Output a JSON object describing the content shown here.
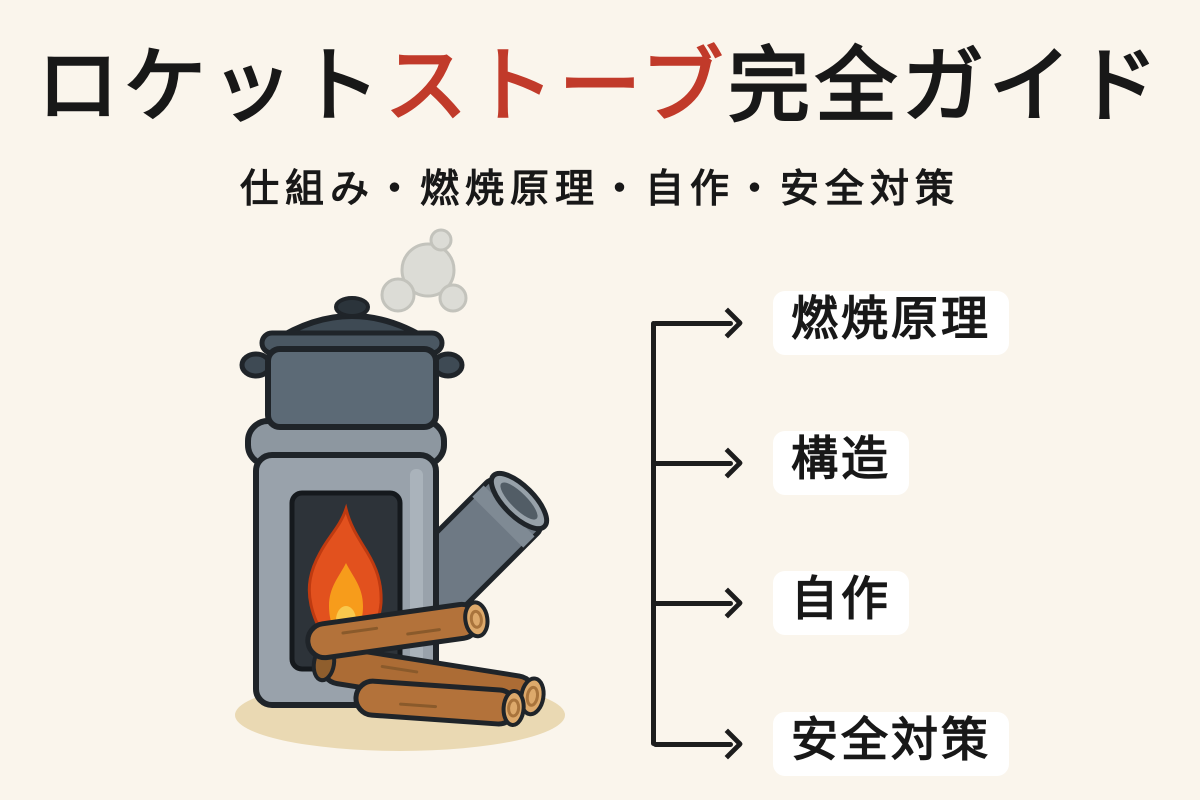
{
  "page": {
    "background_color": "#faf5ec",
    "text_color": "#181818",
    "accent_red": "#c13a2a",
    "connector_color": "#1d1d1d"
  },
  "header": {
    "title_part_1": "ロケット",
    "title_part_2": "ストーブ",
    "title_part_3": "完全ガイド",
    "subtitle": "仕組み・燃焼原理・自作・安全対策"
  },
  "illustration": {
    "icon": "rocket-stove-with-pot-steam-flame-feed-pipe-and-firewood"
  },
  "branches": [
    {
      "label": "燃焼原理"
    },
    {
      "label": "構造"
    },
    {
      "label": "自作"
    },
    {
      "label": "安全対策"
    }
  ]
}
